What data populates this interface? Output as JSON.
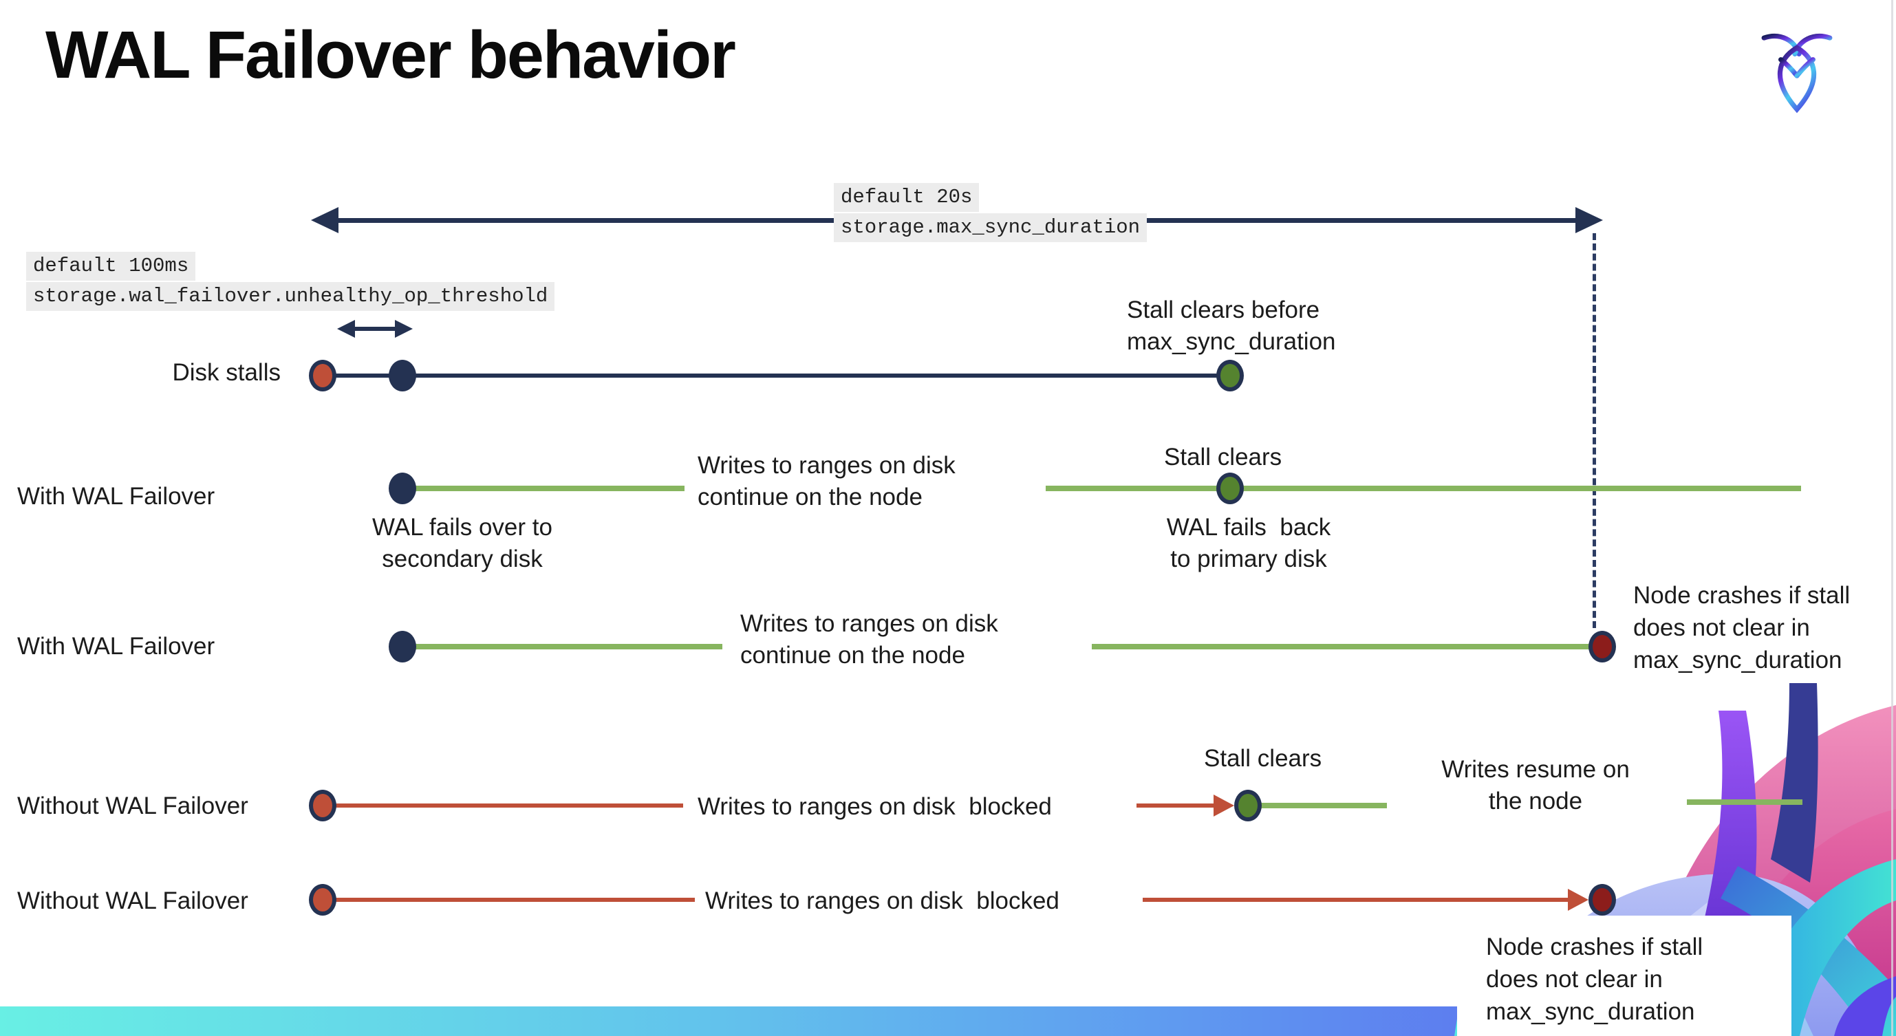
{
  "slide": {
    "title": "WAL Failover behavior",
    "logo": "cockroachdb-logo"
  },
  "colors": {
    "navy": "#243252",
    "red_orange": "#bf4f38",
    "green_line": "#87b55f",
    "green_dot": "#55832f",
    "maroon_dot": "#8c1d1b",
    "code_background": "#ececec",
    "bottom_bar_gradient": [
      "#68efe4",
      "#5f9af0",
      "#5a52ee"
    ]
  },
  "code_labels": {
    "max_sync_duration": {
      "default": "default 20s",
      "setting": "storage.max_sync_duration"
    },
    "unhealthy_op_threshold": {
      "default": "default 100ms",
      "setting": "storage.wal_failover.unhealthy_op_threshold"
    }
  },
  "rows": [
    {
      "label": "Disk stalls"
    },
    {
      "label": "With WAL Failover"
    },
    {
      "label": "With WAL Failover"
    },
    {
      "label": "Without WAL Failover"
    },
    {
      "label": "Without WAL Failover"
    }
  ],
  "annotations": {
    "stall_clears_before": "Stall clears before\nmax_sync_duration",
    "stall_clears_top": "Stall clears",
    "stall_clears_bottom": "Stall clears",
    "writes_continue_1": "Writes to ranges on disk\ncontinue on the node",
    "writes_continue_2": "Writes to ranges on disk\ncontinue on the node",
    "wal_fails_over": "WAL fails over to\nsecondary disk",
    "wal_fails_back": "WAL fails  back\nto primary disk",
    "node_crashes_1": "Node crashes if stall\ndoes not clear in\nmax_sync_duration",
    "node_crashes_2": "Node crashes if stall\ndoes not clear in\nmax_sync_duration",
    "writes_blocked_1": "Writes to ranges on disk  blocked",
    "writes_blocked_2": "Writes to ranges on disk  blocked",
    "writes_resume": "Writes resume on\nthe node"
  }
}
